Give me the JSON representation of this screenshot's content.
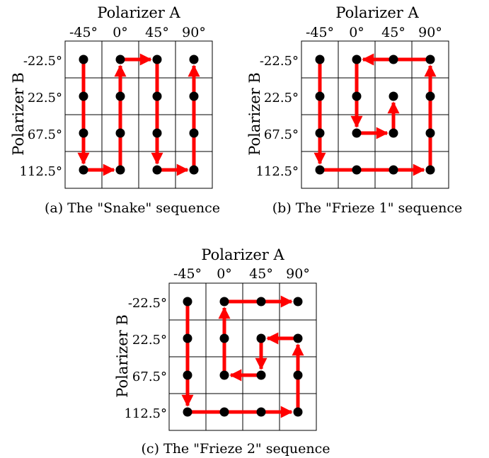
{
  "colors": {
    "grid": "#000000",
    "dot": "#000000",
    "path": "#ff0000"
  },
  "axes": {
    "column_title": "Polarizer A",
    "row_title": "Polarizer B",
    "columns": [
      "-45°",
      "0°",
      "45°",
      "90°"
    ],
    "rows": [
      "-22.5°",
      "22.5°",
      "67.5°",
      "112.5°"
    ]
  },
  "panels": [
    {
      "caption": "(a) The \"Snake\" sequence",
      "path": [
        [
          0,
          0
        ],
        [
          0,
          1
        ],
        [
          0,
          2
        ],
        [
          0,
          3
        ],
        [
          1,
          3
        ],
        [
          1,
          2
        ],
        [
          1,
          1
        ],
        [
          1,
          0
        ],
        [
          2,
          0
        ],
        [
          2,
          1
        ],
        [
          2,
          2
        ],
        [
          2,
          3
        ],
        [
          3,
          3
        ],
        [
          3,
          2
        ],
        [
          3,
          1
        ],
        [
          3,
          0
        ]
      ]
    },
    {
      "caption": "(b) The \"Frieze 1\" sequence",
      "path": [
        [
          0,
          0
        ],
        [
          0,
          1
        ],
        [
          0,
          2
        ],
        [
          0,
          3
        ],
        [
          1,
          3
        ],
        [
          2,
          3
        ],
        [
          3,
          3
        ],
        [
          3,
          2
        ],
        [
          3,
          1
        ],
        [
          3,
          0
        ],
        [
          2,
          0
        ],
        [
          1,
          0
        ],
        [
          1,
          1
        ],
        [
          1,
          2
        ],
        [
          2,
          2
        ],
        [
          2,
          1
        ]
      ]
    },
    {
      "caption": "(c) The \"Frieze 2\" sequence",
      "path": [
        [
          0,
          0
        ],
        [
          0,
          1
        ],
        [
          0,
          2
        ],
        [
          0,
          3
        ],
        [
          1,
          3
        ],
        [
          2,
          3
        ],
        [
          3,
          3
        ],
        [
          3,
          2
        ],
        [
          3,
          1
        ],
        [
          2,
          1
        ],
        [
          2,
          2
        ],
        [
          1,
          2
        ],
        [
          1,
          1
        ],
        [
          1,
          0
        ],
        [
          2,
          0
        ],
        [
          3,
          0
        ]
      ]
    }
  ]
}
